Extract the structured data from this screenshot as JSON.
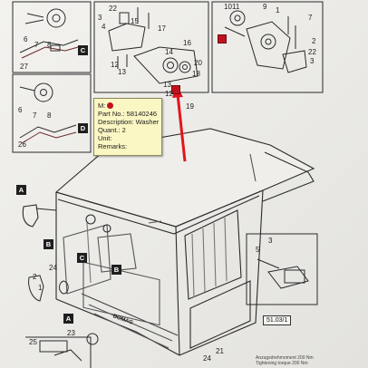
{
  "tooltip": {
    "m_label": "M:",
    "part_no": "Part No.: 58140246",
    "description": "Description: Washer",
    "quantity": "Quant.: 2",
    "unit": "Unit:",
    "remarks": "Remarks:"
  },
  "detail_letters": {
    "c_top": "C",
    "d_mid": "D",
    "a_left": "A",
    "b_left": "B",
    "c_cab": "C",
    "b_cab": "B",
    "a_bottom": "A"
  },
  "callouts": {
    "n22": "22",
    "n3a": "3",
    "n4": "4",
    "n15": "15",
    "n17": "17",
    "n12a": "12",
    "n13a": "13",
    "n16": "16",
    "n14": "14",
    "n20": "20",
    "n18": "18",
    "n13b": "13",
    "n12b": "12",
    "n19": "19",
    "n10": "10",
    "n11": "11",
    "n9": "9",
    "n1": "1",
    "n7": "7",
    "n2": "2",
    "n22b": "22",
    "n3b": "3",
    "n6a": "6",
    "n7a": "7",
    "n8a": "8",
    "n27": "27",
    "n6b": "6",
    "n7b": "7",
    "n8b": "8",
    "n26": "26",
    "n24": "24",
    "n2a": "2",
    "n1a": "1",
    "n23": "23",
    "n25": "25",
    "n21": "21",
    "n24b": "24",
    "n3c": "3",
    "n5": "5"
  },
  "doc_code": "51.03/1",
  "tightening_note": "Anzugsdrehmoment 200 Nm Tightening torque 200 Nm",
  "badge_logo": "BOMAG",
  "colors": {
    "tooltip_bg": "#fbf7c4",
    "highlight_red": "#c0121e",
    "arrow_red": "#e2141c",
    "line": "#2a2a2a"
  },
  "icons": [
    "warning-dot-icon",
    "red-arrow-icon",
    "highlight-marker-icon"
  ]
}
